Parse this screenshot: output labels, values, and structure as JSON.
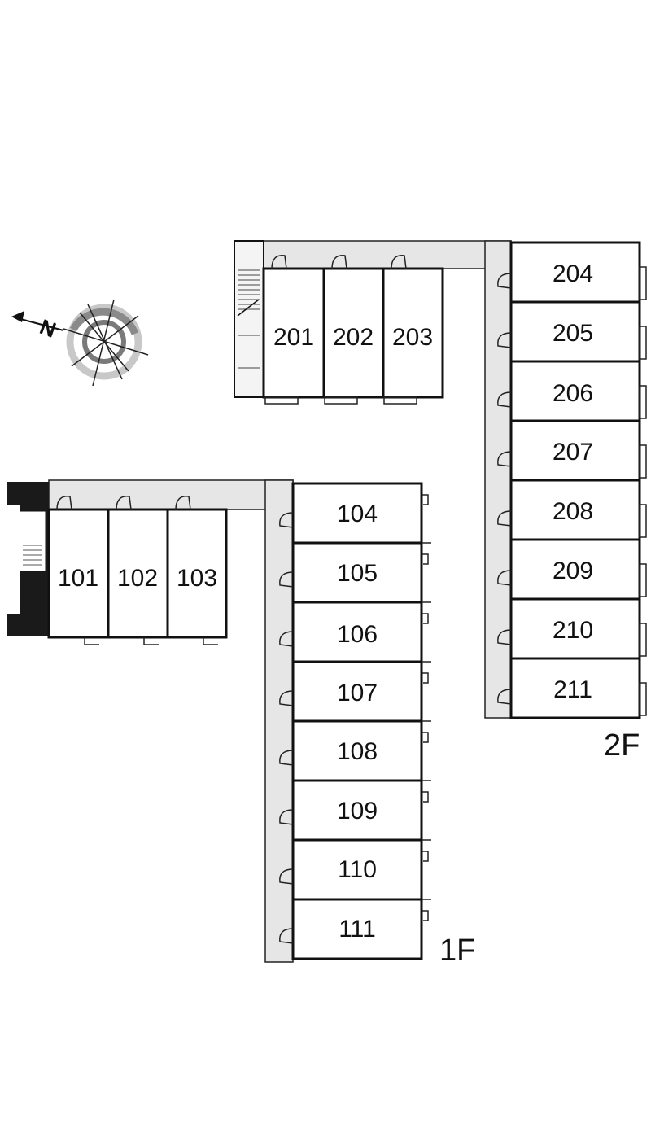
{
  "floors": {
    "first": {
      "label": "1F",
      "units_left": [
        "101",
        "102",
        "103"
      ],
      "units_column": [
        "104",
        "105",
        "106",
        "107",
        "108",
        "109",
        "110",
        "111"
      ]
    },
    "second": {
      "label": "2F",
      "units_top": [
        "201",
        "202",
        "203"
      ],
      "units_column": [
        "204",
        "205",
        "206",
        "207",
        "208",
        "209",
        "210",
        "211"
      ]
    }
  },
  "compass": {
    "north_label": "N",
    "icon": "compass-rose-icon"
  },
  "colors": {
    "corridor": "#e6e6e6",
    "wall": "#111111",
    "stair_dark": "#1a1a1a"
  }
}
